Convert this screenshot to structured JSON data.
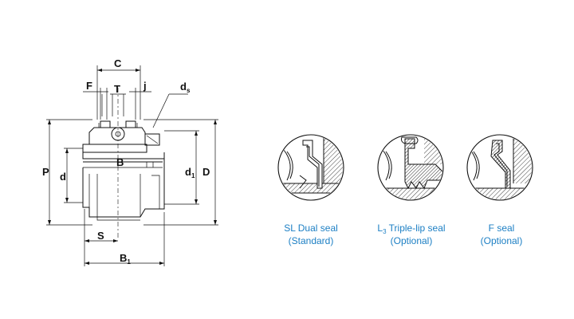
{
  "dimensions": {
    "C": "C",
    "F": "F",
    "T": "T",
    "j": "j",
    "ds": "d",
    "ds_sub": "s",
    "P": "P",
    "d": "d",
    "B": "B",
    "d1": "d",
    "d1_sub": "1",
    "D": "D",
    "S": "S",
    "B1": "B",
    "B1_sub": "1"
  },
  "seals": [
    {
      "line1": "SL Dual seal",
      "line2": "(Standard)"
    },
    {
      "line1_prefix": "L",
      "line1_sub": "3",
      "line1": " Triple-lip seal",
      "line2": "(Optional)"
    },
    {
      "line1": "F seal",
      "line2": "(Optional)"
    }
  ],
  "colors": {
    "caption": "#1c7fc4",
    "lines": "#111111"
  }
}
